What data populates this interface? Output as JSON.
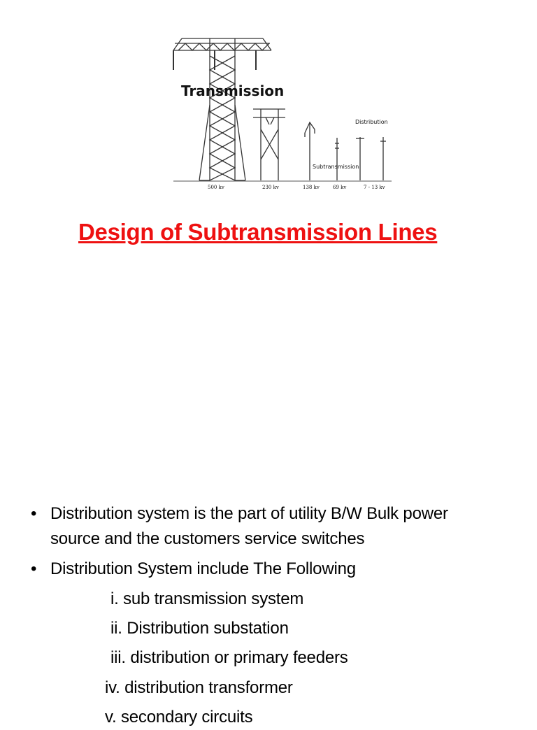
{
  "diagram": {
    "heading": "Transmission",
    "label_distribution": "Distribution",
    "label_subtransmission": "Subtransmission",
    "voltages": [
      "500 kv",
      "230 kv",
      "138 kv",
      "69 kv",
      "7 - 13 kv"
    ]
  },
  "title": "Design of Subtransmission Lines",
  "bullets": [
    "Distribution system is the part of utility B/W Bulk power source and the customers service switches",
    "Distribution System include The Following"
  ],
  "sub_items": [
    "i. sub transmission system",
    "ii. Distribution substation",
    "iii. distribution or primary feeders",
    "iv. distribution transformer",
    "v.   secondary circuits"
  ]
}
